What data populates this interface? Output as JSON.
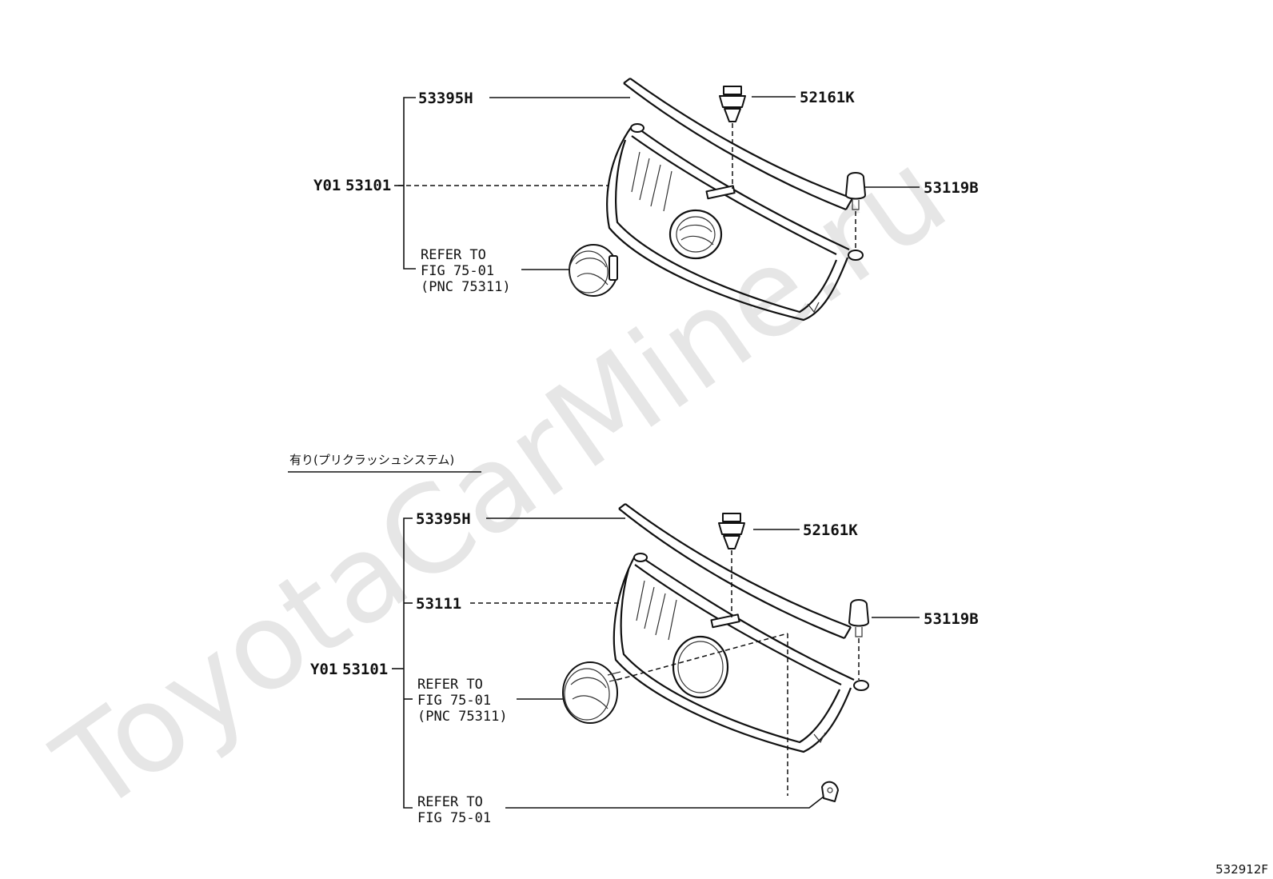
{
  "watermark": "ToyotaCarMine.ru",
  "figure_id": "532912F",
  "upper": {
    "labels": {
      "molding": "53395H",
      "clip": "52161K",
      "retainer": "53119B",
      "grille_prefix": "Y01",
      "grille": "53101",
      "refer_1": "REFER TO",
      "refer_2": "FIG 75-01",
      "refer_3": "(PNC 75311)"
    }
  },
  "lower": {
    "condition_note": "有り(プリクラッシュシステム)",
    "labels": {
      "molding": "53395H",
      "clip": "52161K",
      "retainer": "53119B",
      "sub_grille": "53111",
      "grille_prefix": "Y01",
      "grille": "53101",
      "refer_a1": "REFER TO",
      "refer_a2": "FIG 75-01",
      "refer_a3": "(PNC 75311)",
      "refer_b1": "REFER TO",
      "refer_b2": "FIG 75-01"
    }
  }
}
